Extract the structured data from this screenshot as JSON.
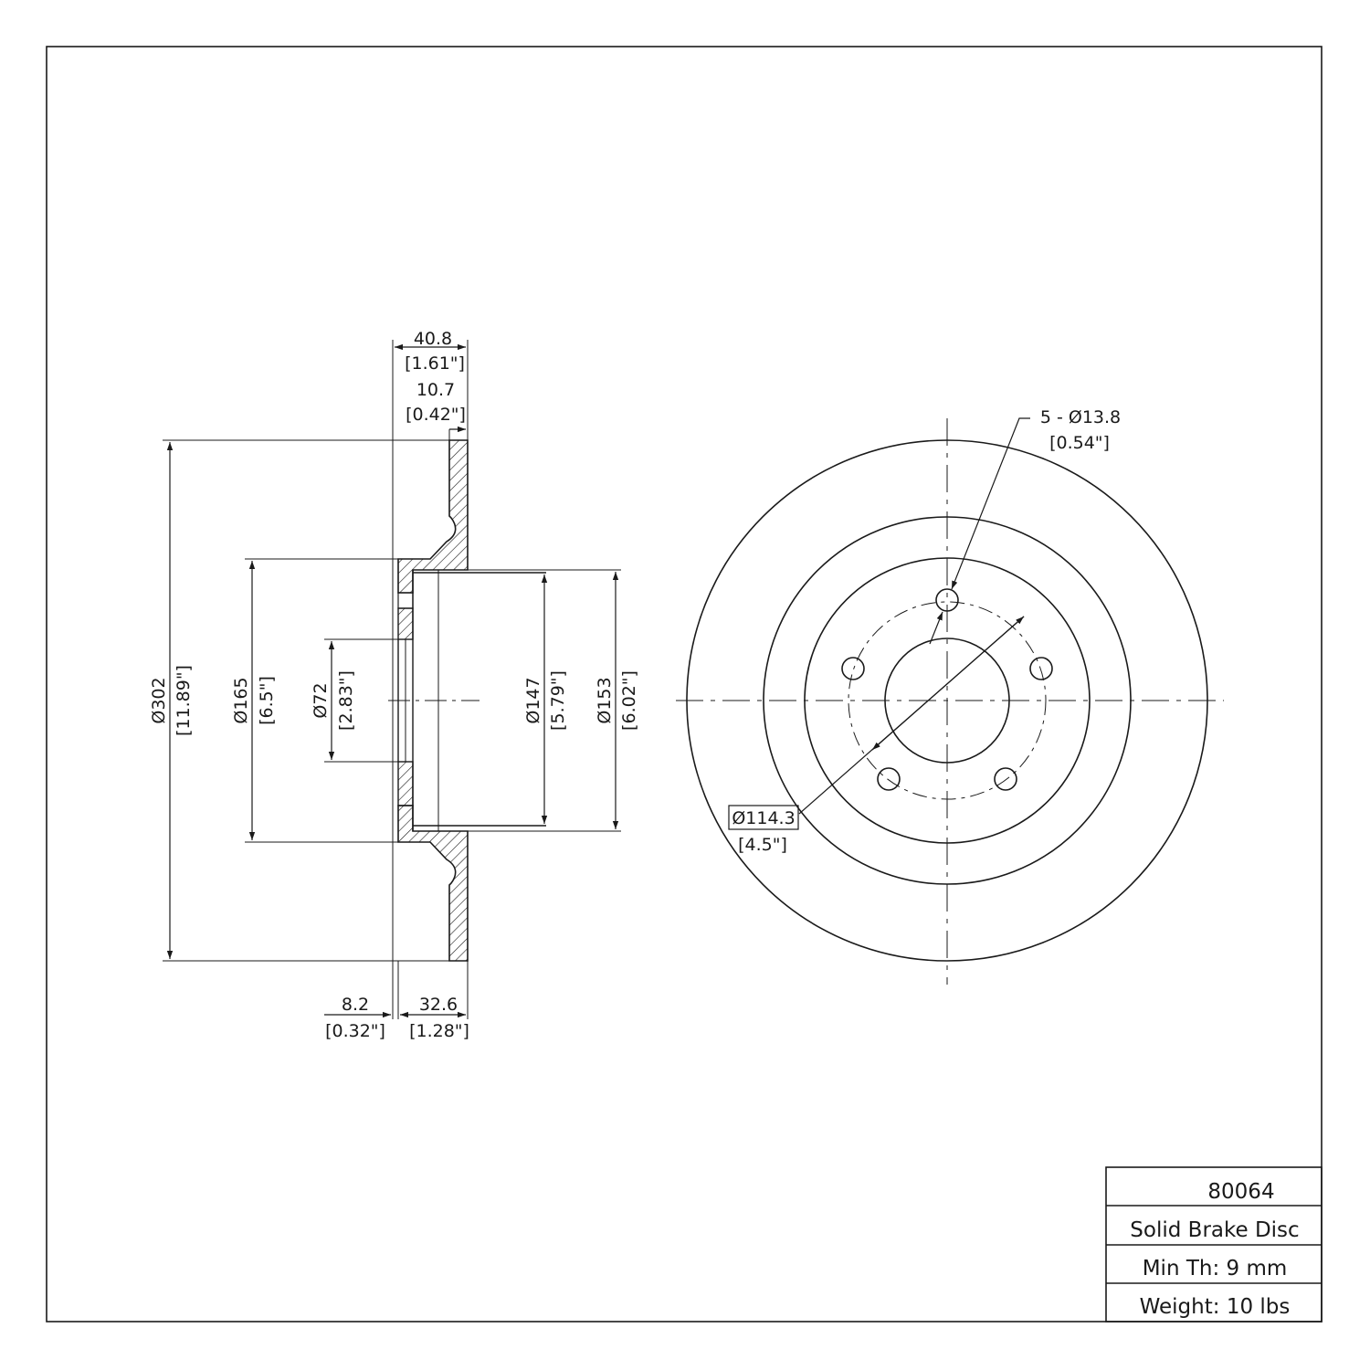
{
  "title_block": {
    "part_number": "80064",
    "description": "Solid Brake Disc",
    "min_thickness": "Min Th: 9 mm",
    "weight": "Weight: 10 lbs"
  },
  "side_view": {
    "overall_width": {
      "mm": "40.8",
      "in": "[1.61\"]"
    },
    "disc_thickness": {
      "mm": "10.7",
      "in": "[0.42\"]"
    },
    "hat_offset": {
      "mm": "8.2",
      "in": "[0.32\"]"
    },
    "hat_depth": {
      "mm": "32.6",
      "in": "[1.28\"]"
    },
    "outer_diameter": {
      "mm": "Ø302",
      "in": "[11.89\"]"
    },
    "hat_diameter": {
      "mm": "Ø165",
      "in": "[6.5\"]"
    },
    "center_bore": {
      "mm": "Ø72",
      "in": "[2.83\"]"
    },
    "inner_hat_diameter": {
      "mm": "Ø147",
      "in": "[5.79\"]"
    },
    "hat_outer_diameter": {
      "mm": "Ø153",
      "in": "[6.02\"]"
    }
  },
  "front_view": {
    "bolt_holes": {
      "mm": "5 - Ø13.8",
      "in": "[0.54\"]"
    },
    "bolt_circle": {
      "mm": "Ø114.3",
      "in": "[4.5\"]"
    }
  }
}
